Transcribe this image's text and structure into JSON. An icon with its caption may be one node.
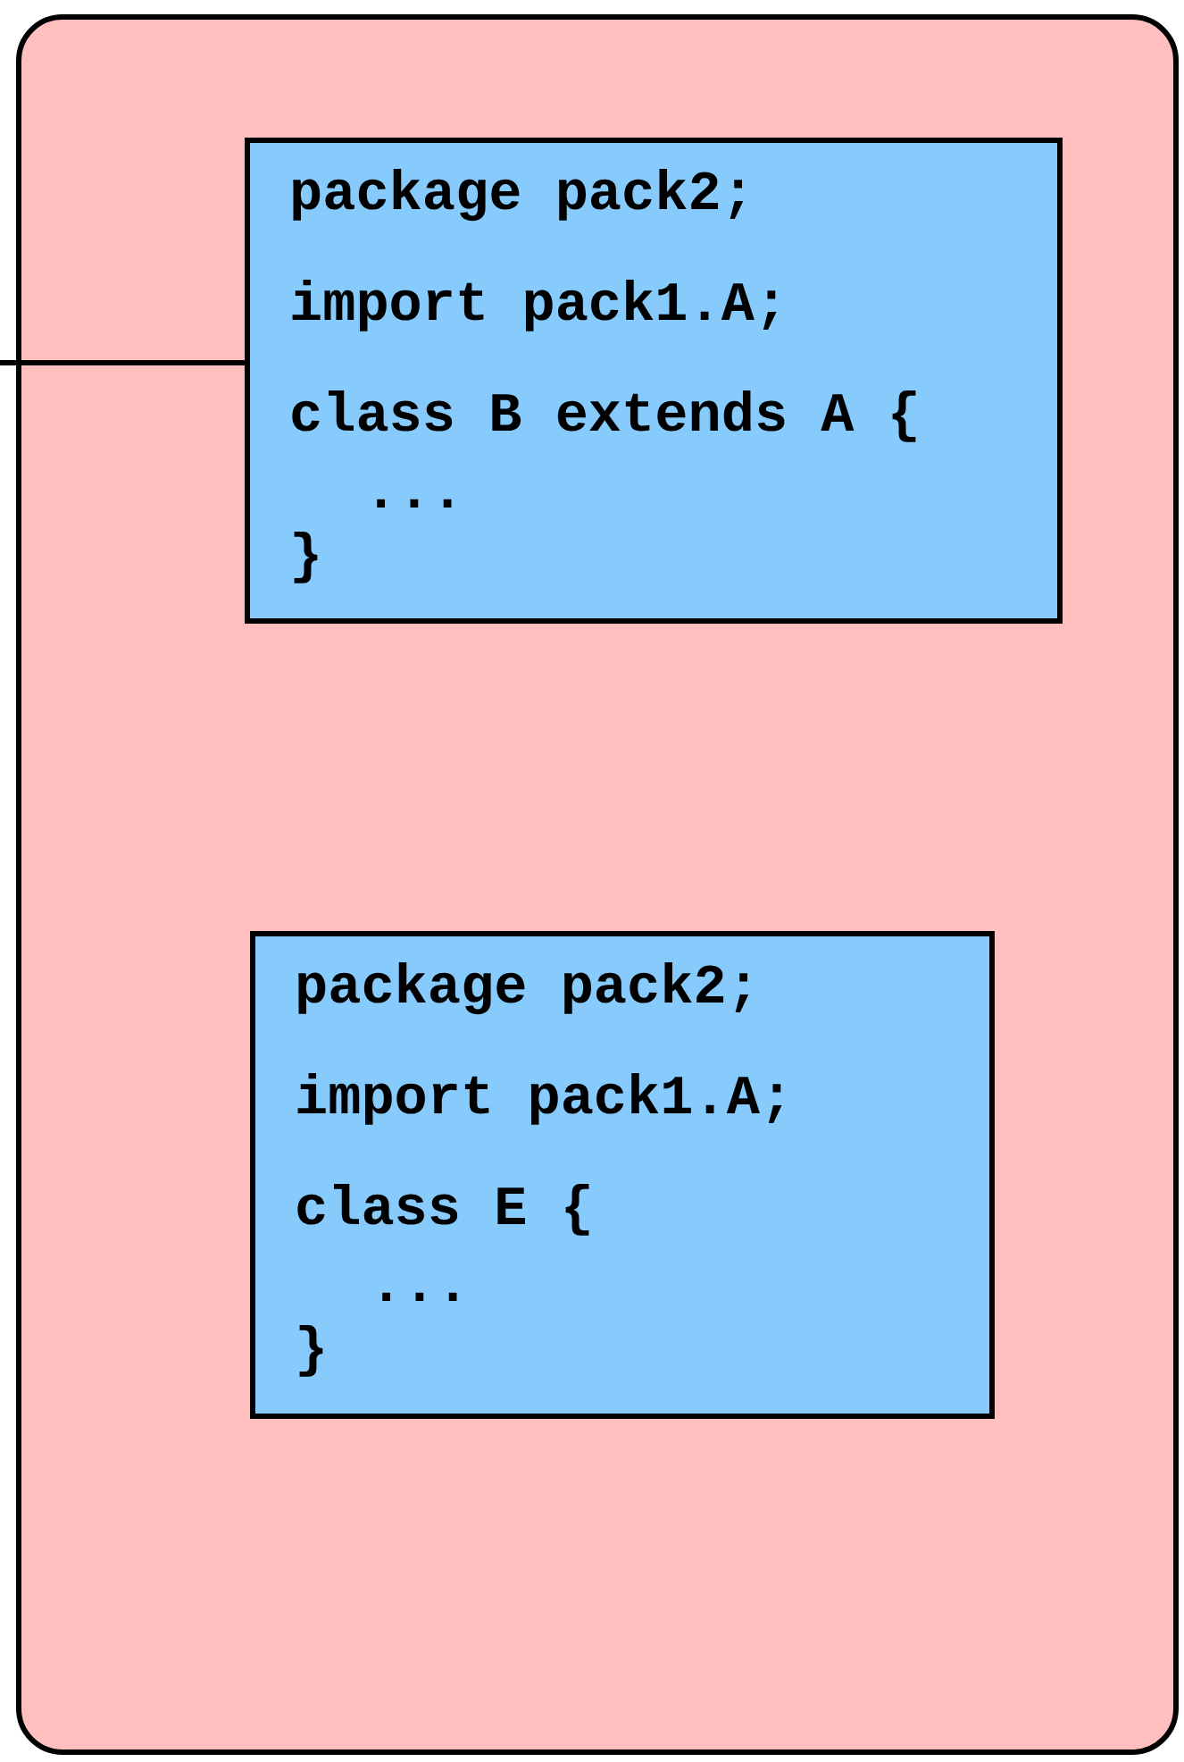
{
  "diagram": {
    "nodes": [
      {
        "text": [],
        "shape": "box"
      },
      {
        "text": [
          "package pack2;",
          "import pack1.A;",
          "class B extends A {",
          "...",
          "}"
        ],
        "in": 0
      },
      {
        "text": [
          "package pack2;",
          "import pack1.A;",
          "class E {",
          "...",
          "}"
        ],
        "in": 0
      }
    ],
    "edges": [
      {
        "from": null,
        "to": 1,
        "arrow": "none"
      }
    ]
  }
}
